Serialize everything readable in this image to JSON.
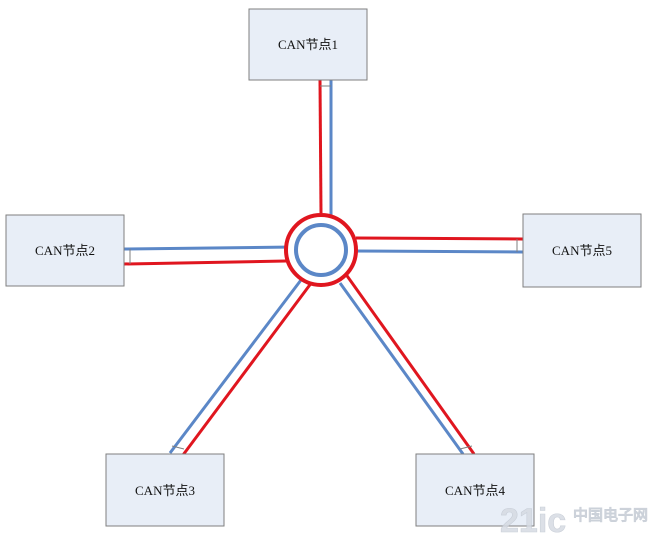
{
  "diagram": {
    "nodes": [
      {
        "id": "node-1",
        "label": "CAN节点1"
      },
      {
        "id": "node-2",
        "label": "CAN节点2"
      },
      {
        "id": "node-3",
        "label": "CAN节点3"
      },
      {
        "id": "node-4",
        "label": "CAN节点4"
      },
      {
        "id": "node-5",
        "label": "CAN节点5"
      }
    ],
    "colors": {
      "node_fill": "#e8eef7",
      "node_border": "#7f7f7f",
      "can_high_wire": "#e0161f",
      "can_low_wire": "#5b87c7",
      "hub_outer": "#e0161f",
      "hub_inner": "#5b87c7"
    }
  },
  "watermark": {
    "brand": "21ic",
    "subtitle": "中国电子网",
    "color": "#d6dbe3"
  }
}
